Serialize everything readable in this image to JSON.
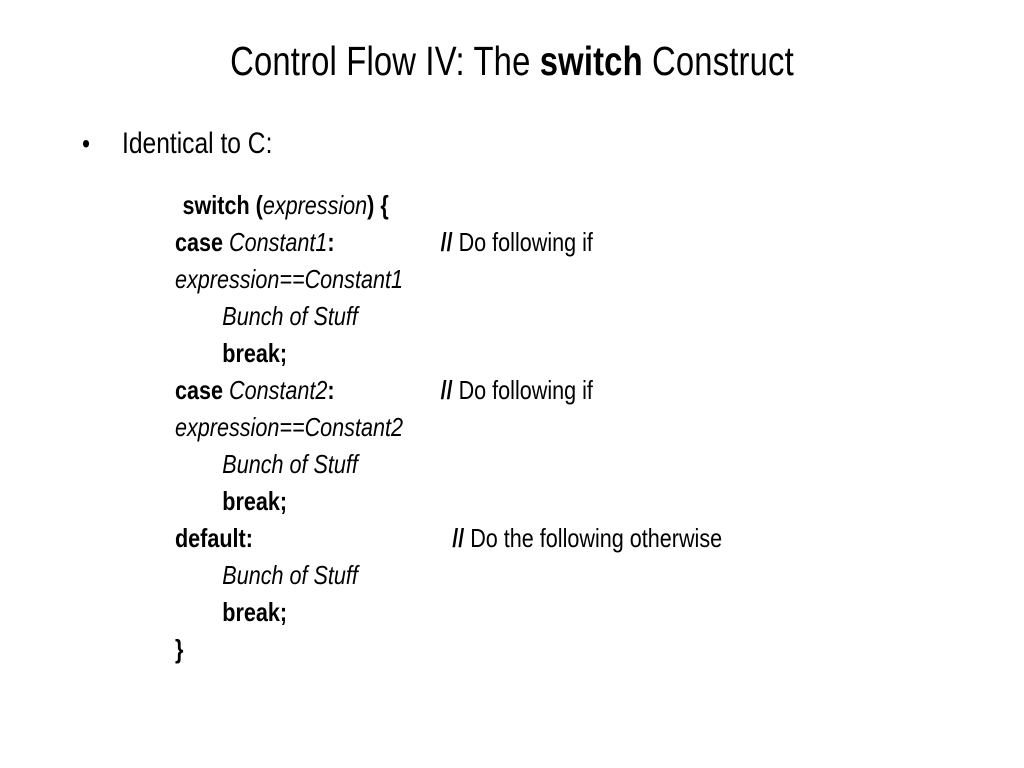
{
  "slide": {
    "background_color": "#ffffff",
    "text_color": "#000000",
    "title": {
      "before": "Control Flow IV: The ",
      "keyword": "switch",
      "after": " Construct"
    },
    "bullets": [
      {
        "marker": "•",
        "text": "Identical to C:"
      }
    ],
    "code": {
      "lines": [
        {
          "indent": "switch",
          "segments": [
            {
              "text": "switch ",
              "style": "bold"
            },
            {
              "text": "(",
              "style": "bold"
            },
            {
              "text": "expression",
              "style": "italic"
            },
            {
              "text": ")",
              "style": "bold"
            },
            {
              "text": " ",
              "style": "plain"
            },
            {
              "text": "{",
              "style": "bold"
            }
          ],
          "comment": null
        },
        {
          "indent": "level0",
          "segments": [
            {
              "text": "case ",
              "style": "bold"
            },
            {
              "text": "Constant1",
              "style": "italic"
            },
            {
              "text": ":",
              "style": "bold"
            }
          ],
          "comment": {
            "slashes": "//",
            "text": " Do following if",
            "align": "case"
          }
        },
        {
          "indent": "level0",
          "segments": [
            {
              "text": "expression",
              "style": "italic"
            },
            {
              "text": "==",
              "style": "italic"
            },
            {
              "text": "Constant1",
              "style": "italic"
            }
          ],
          "comment": null
        },
        {
          "indent": "level1",
          "segments": [
            {
              "text": "Bunch of Stuff",
              "style": "italic"
            }
          ],
          "comment": null
        },
        {
          "indent": "level1",
          "segments": [
            {
              "text": "break;",
              "style": "bold"
            }
          ],
          "comment": null
        },
        {
          "indent": "level0",
          "segments": [
            {
              "text": "case ",
              "style": "bold"
            },
            {
              "text": "Constant2",
              "style": "italic"
            },
            {
              "text": ":",
              "style": "bold"
            }
          ],
          "comment": {
            "slashes": "//",
            "text": " Do following if",
            "align": "case"
          }
        },
        {
          "indent": "level0",
          "segments": [
            {
              "text": "expression",
              "style": "italic"
            },
            {
              "text": "==",
              "style": "italic"
            },
            {
              "text": "Constant2",
              "style": "italic"
            }
          ],
          "comment": null
        },
        {
          "indent": "level1",
          "segments": [
            {
              "text": "Bunch of Stuff",
              "style": "italic"
            }
          ],
          "comment": null
        },
        {
          "indent": "level1",
          "segments": [
            {
              "text": "break;",
              "style": "bold"
            }
          ],
          "comment": null
        },
        {
          "indent": "level0",
          "segments": [
            {
              "text": "default:",
              "style": "bold"
            }
          ],
          "comment": {
            "slashes": "//",
            "text": " Do the following otherwise",
            "align": "default"
          }
        },
        {
          "indent": "level1",
          "segments": [
            {
              "text": "Bunch of Stuff",
              "style": "italic"
            }
          ],
          "comment": null
        },
        {
          "indent": "level1",
          "segments": [
            {
              "text": "break;",
              "style": "bold"
            }
          ],
          "comment": null
        },
        {
          "indent": "level0",
          "segments": [
            {
              "text": "}",
              "style": "bold"
            }
          ],
          "comment": null
        }
      ]
    }
  }
}
